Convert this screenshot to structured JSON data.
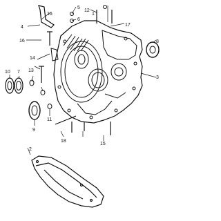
{
  "diagram": {
    "description_text": "",
    "callouts": [
      {
        "id": "c1",
        "text": "1"
      },
      {
        "id": "c2",
        "text": "2"
      },
      {
        "id": "c3",
        "text": "3"
      },
      {
        "id": "c4",
        "text": "4"
      },
      {
        "id": "c5",
        "text": "5"
      },
      {
        "id": "c6",
        "text": "6"
      },
      {
        "id": "c7",
        "text": "7"
      },
      {
        "id": "c8",
        "text": "8"
      },
      {
        "id": "c9",
        "text": "9"
      },
      {
        "id": "c10",
        "text": "10"
      },
      {
        "id": "c11",
        "text": "11"
      },
      {
        "id": "c12",
        "text": "12"
      },
      {
        "id": "c13",
        "text": "13"
      },
      {
        "id": "c14",
        "text": "14"
      },
      {
        "id": "c15",
        "text": "15"
      },
      {
        "id": "c16a",
        "text": "16"
      },
      {
        "id": "c16b",
        "text": "16"
      },
      {
        "id": "c17",
        "text": "17"
      },
      {
        "id": "c18",
        "text": "18"
      }
    ]
  }
}
